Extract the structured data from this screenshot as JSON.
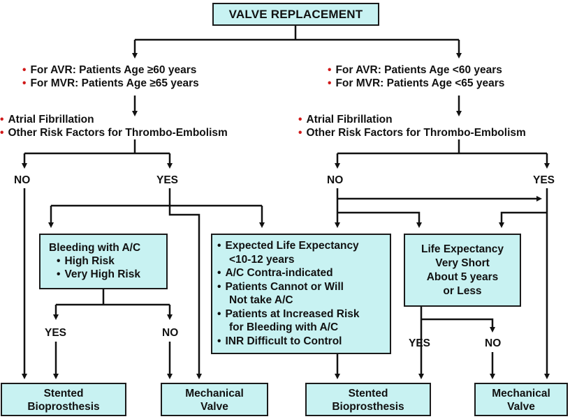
{
  "title": "VALVE REPLACEMENT",
  "left_criteria": [
    "For AVR:   Patients Age ≥60 years",
    "For MVR:   Patients Age ≥65 years"
  ],
  "right_criteria": [
    "For AVR:   Patients Age <60 years",
    "For MVR:   Patients Age <65 years"
  ],
  "left_risk": [
    "Atrial Fibrillation",
    "Other Risk Factors for Thrombo-Embolism"
  ],
  "right_risk": [
    "Atrial Fibrillation",
    "Other Risk Factors for Thrombo-Embolism"
  ],
  "labels": {
    "left_no": "NO",
    "left_yes": "YES",
    "right_no": "NO",
    "right_yes": "YES",
    "bleed_yes": "YES",
    "bleed_no": "NO",
    "life_yes": "YES",
    "life_no": "NO"
  },
  "bleeding_box": {
    "title": "Bleeding with A/C",
    "items": [
      "High Risk",
      "Very High Risk"
    ]
  },
  "conditions_box": {
    "items": [
      [
        "Expected Life Expectancy",
        "<10-12 years"
      ],
      [
        "A/C Contra-indicated"
      ],
      [
        "Patients Cannot or Will",
        "Not take A/C"
      ],
      [
        "Patients at Increased Risk",
        "for Bleeding with A/C"
      ],
      [
        "INR Difficult to Control"
      ]
    ]
  },
  "life_box": [
    "Life Expectancy",
    "Very Short",
    "About 5 years",
    "or Less"
  ],
  "outcomes": [
    [
      "Stented",
      "Bioprosthesis"
    ],
    [
      "Mechanical",
      "Valve"
    ],
    [
      "Stented",
      "Bioprosthesis"
    ],
    [
      "Mechanical",
      "Valve"
    ]
  ],
  "colors": {
    "box_fill": "#c8f2f2",
    "bullet": "#d01818",
    "line": "#111111"
  }
}
